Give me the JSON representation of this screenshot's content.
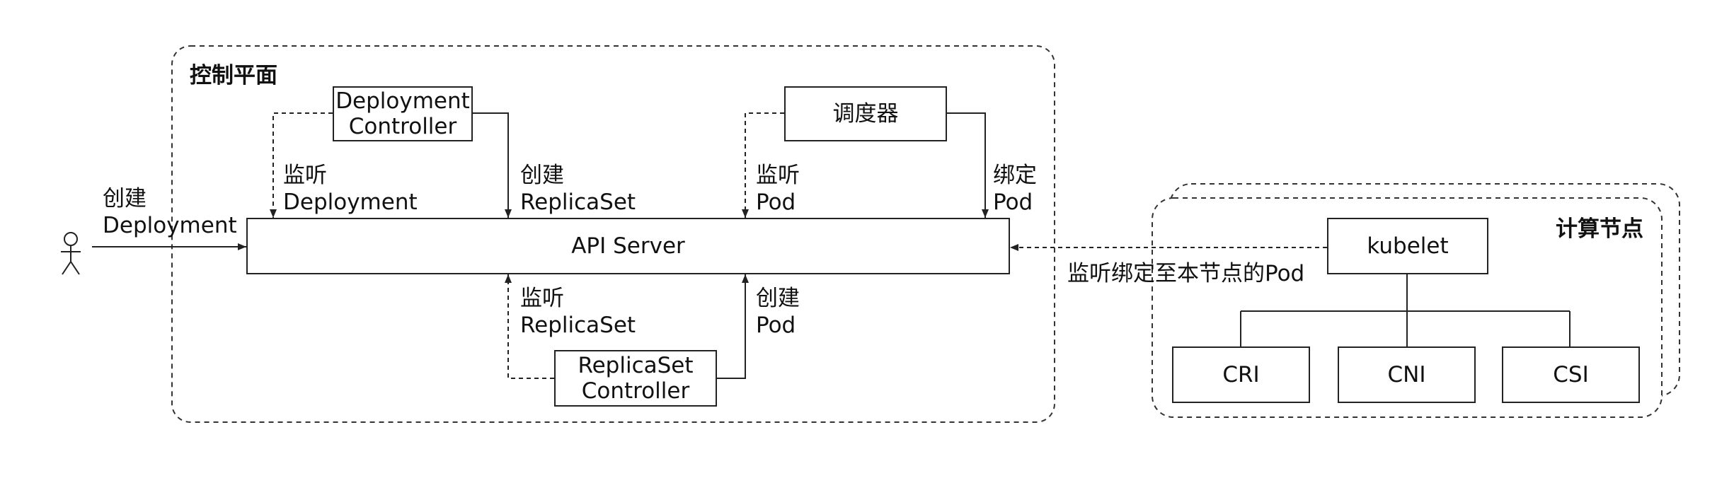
{
  "control_plane": {
    "title": "控制平面",
    "deployment_controller": [
      "Deployment",
      "Controller"
    ],
    "scheduler": "调度器",
    "api_server": "API Server",
    "replicaset_controller": [
      "ReplicaSet",
      "Controller"
    ]
  },
  "compute_node": {
    "title": "计算节点",
    "kubelet": "kubelet",
    "runtimes": [
      "CRI",
      "CNI",
      "CSI"
    ]
  },
  "edges": {
    "user_create": [
      "创建",
      "Deployment"
    ],
    "watch_deployment": [
      "监听",
      "Deployment"
    ],
    "create_replicaset": [
      "创建",
      "ReplicaSet"
    ],
    "watch_pod": [
      "监听",
      "Pod"
    ],
    "bind_pod": [
      "绑定",
      "Pod"
    ],
    "watch_replicaset": [
      "监听",
      "ReplicaSet"
    ],
    "create_pod": [
      "创建",
      "Pod"
    ],
    "kubelet_watch": "监听绑定至本节点的Pod"
  }
}
